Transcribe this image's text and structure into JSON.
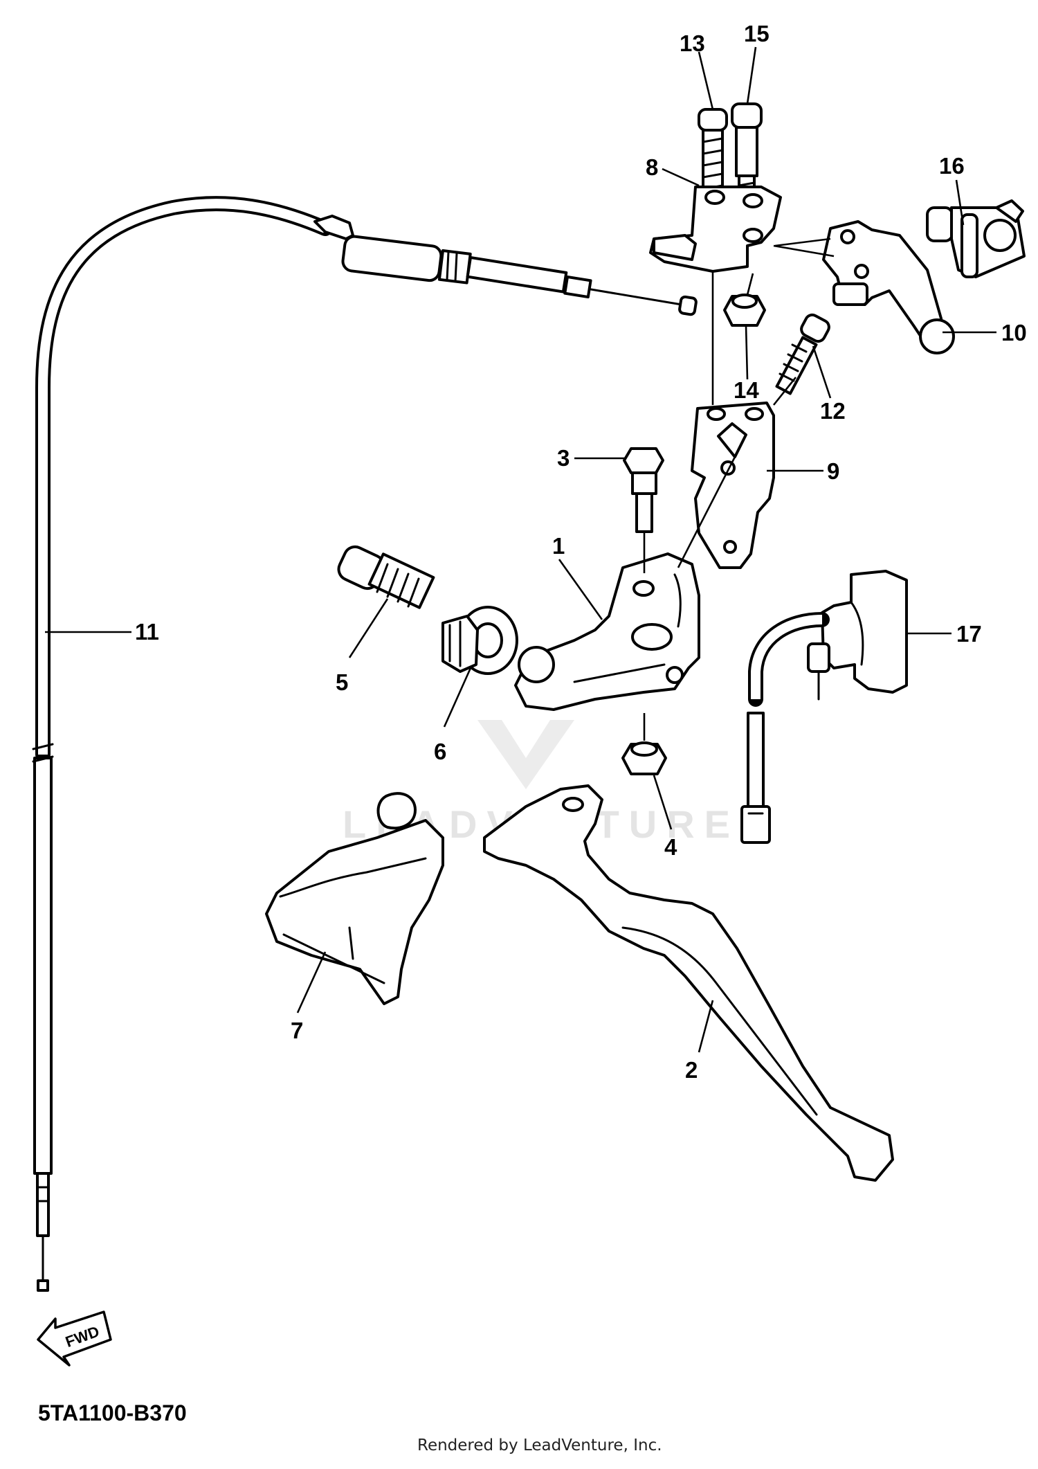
{
  "diagram": {
    "callouts": [
      {
        "id": "13",
        "label": "13"
      },
      {
        "id": "15",
        "label": "15"
      },
      {
        "id": "8",
        "label": "8"
      },
      {
        "id": "16",
        "label": "16"
      },
      {
        "id": "10",
        "label": "10"
      },
      {
        "id": "14",
        "label": "14"
      },
      {
        "id": "12",
        "label": "12"
      },
      {
        "id": "3",
        "label": "3"
      },
      {
        "id": "9",
        "label": "9"
      },
      {
        "id": "1",
        "label": "1"
      },
      {
        "id": "11",
        "label": "11"
      },
      {
        "id": "5",
        "label": "5"
      },
      {
        "id": "6",
        "label": "6"
      },
      {
        "id": "17",
        "label": "17"
      },
      {
        "id": "4",
        "label": "4"
      },
      {
        "id": "7",
        "label": "7"
      },
      {
        "id": "2",
        "label": "2"
      }
    ],
    "fwd_label": "FWD",
    "diagram_code": "5TA1100-B370",
    "credit": "Rendered by LeadVenture, Inc.",
    "watermark": "LEADVENTURE"
  }
}
